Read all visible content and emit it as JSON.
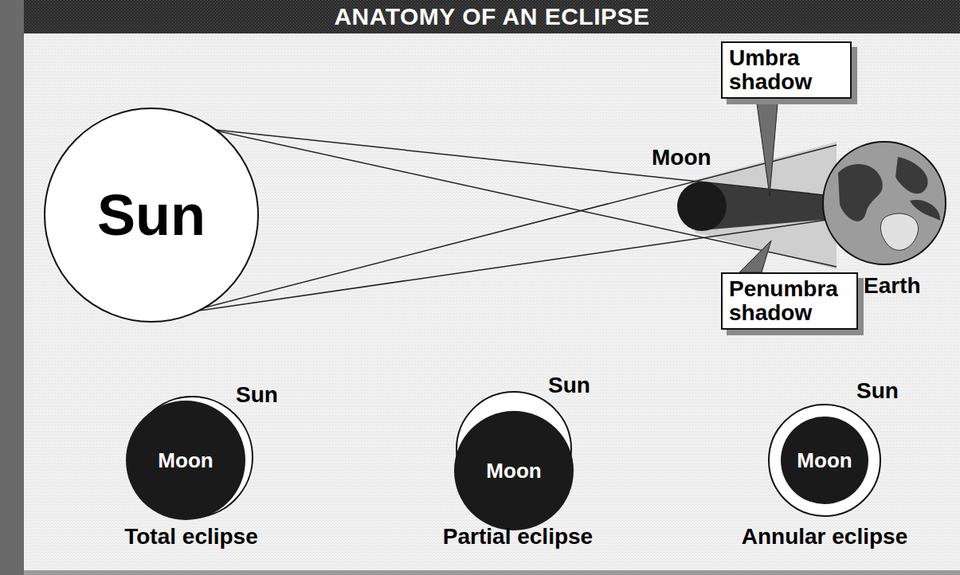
{
  "diagram": {
    "title": "ANATOMY OF AN ECLIPSE",
    "nodes": [
      {
        "text": [
          "Sun"
        ]
      },
      {
        "text": [
          "Moon"
        ]
      },
      {
        "text": [
          "Umbra shadow"
        ]
      },
      {
        "text": [
          "Earth"
        ]
      },
      {
        "text": [
          "Penumbra shadow"
        ]
      },
      {
        "text": [
          "Moon"
        ]
      },
      {
        "text": [
          "Moon"
        ]
      },
      {
        "text": [
          "Moon"
        ]
      }
    ],
    "labels": [
      "Sun",
      "Total eclipse",
      "Sun",
      "Partial eclipse",
      "Sun",
      "Annular eclipse"
    ]
  }
}
